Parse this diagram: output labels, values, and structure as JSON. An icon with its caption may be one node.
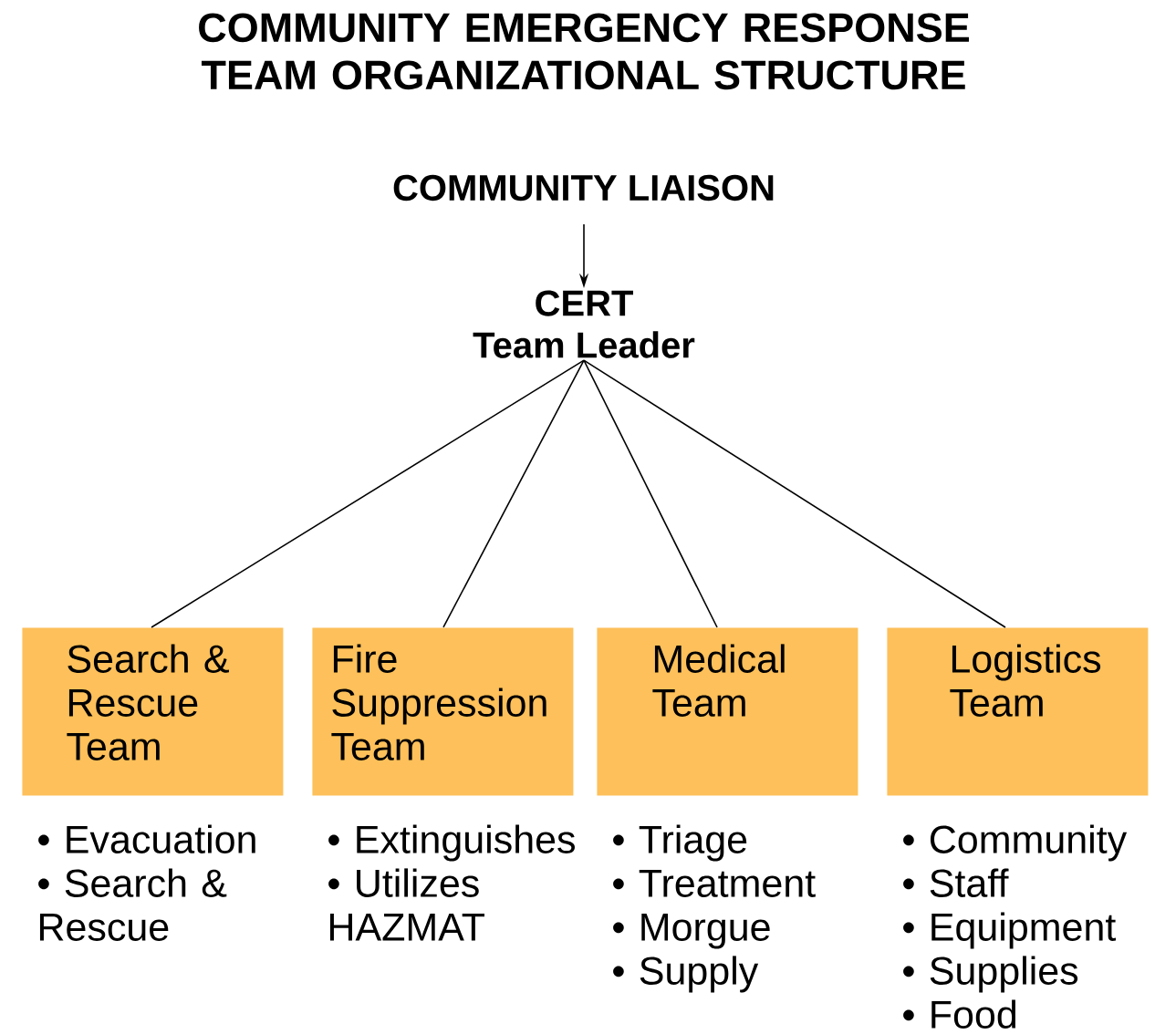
{
  "diagram": {
    "title": "COMMUNITY EMERGENCY RESPONSE TEAM ORGANIZATIONAL STRUCTURE",
    "nodes": [
      {
        "text": [
          "COMMUNITY LIAISON"
        ]
      },
      {
        "text": [
          "CERT",
          "Team Leader"
        ]
      },
      {
        "text": [
          "Search & Rescue Team"
        ],
        "beside": [
          "• Evacuation",
          "• Search & Rescue"
        ]
      },
      {
        "text": [
          "Fire Suppression Team"
        ],
        "beside": [
          "• Extinguishes",
          "• Utilizes HAZMAT"
        ]
      },
      {
        "text": [
          "Medical Team"
        ],
        "beside": [
          "• Triage",
          "• Treatment",
          "• Morgue",
          "• Supply"
        ]
      },
      {
        "text": [
          "Logistics Team"
        ],
        "beside": [
          "• Community",
          "• Staff",
          "• Equipment",
          "• Supplies",
          "• Food"
        ]
      }
    ],
    "edges": [
      {
        "from": 0,
        "to": 1,
        "arrow": "to"
      },
      {
        "from": 1,
        "to": 2,
        "arrow": "none"
      },
      {
        "from": 1,
        "to": 3,
        "arrow": "none"
      },
      {
        "from": 1,
        "to": 4,
        "arrow": "none"
      },
      {
        "from": 1,
        "to": 5,
        "arrow": "none"
      }
    ]
  }
}
